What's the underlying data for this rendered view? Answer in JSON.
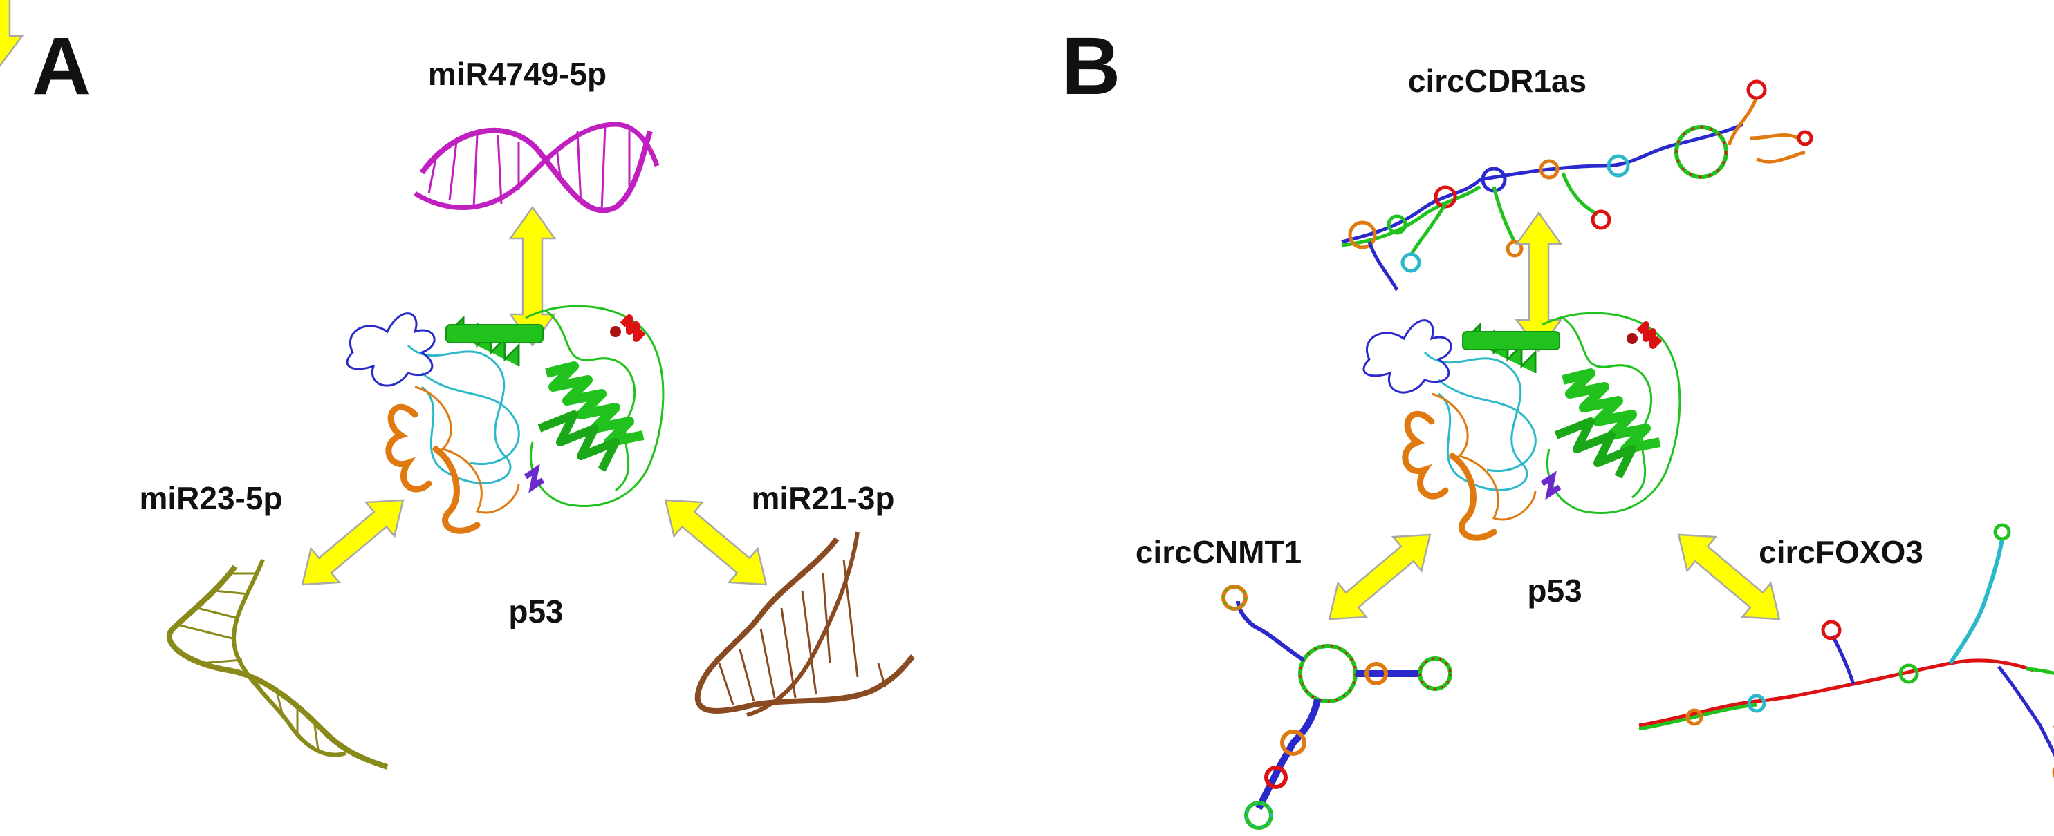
{
  "panels": [
    {
      "letter": "A",
      "center": "p53",
      "partners": {
        "top": "miR4749-5p",
        "left": "miR23-5p",
        "right": "miR21-3p"
      }
    },
    {
      "letter": "B",
      "center": "p53",
      "partners": {
        "top": "circCDR1as",
        "left": "circCNMT1",
        "right": "circFOXO3"
      }
    }
  ],
  "colors": {
    "arrow_fill": "#ffff00",
    "arrow_stroke": "#a8a8a8",
    "protein_green": "#22c21e",
    "protein_orange": "#e07a10",
    "protein_cyan": "#2bb8c8",
    "protein_blue": "#2a2acc",
    "protein_red": "#dd1111",
    "rna_magenta": "#c020c0",
    "rna_olive": "#8a8a1a",
    "rna_brown": "#8a4a22"
  },
  "icons": {
    "protein": "p53-protein-ribbon-icon",
    "mirna": "rna-double-helix-icon",
    "circrna": "rna-secondary-structure-icon"
  }
}
